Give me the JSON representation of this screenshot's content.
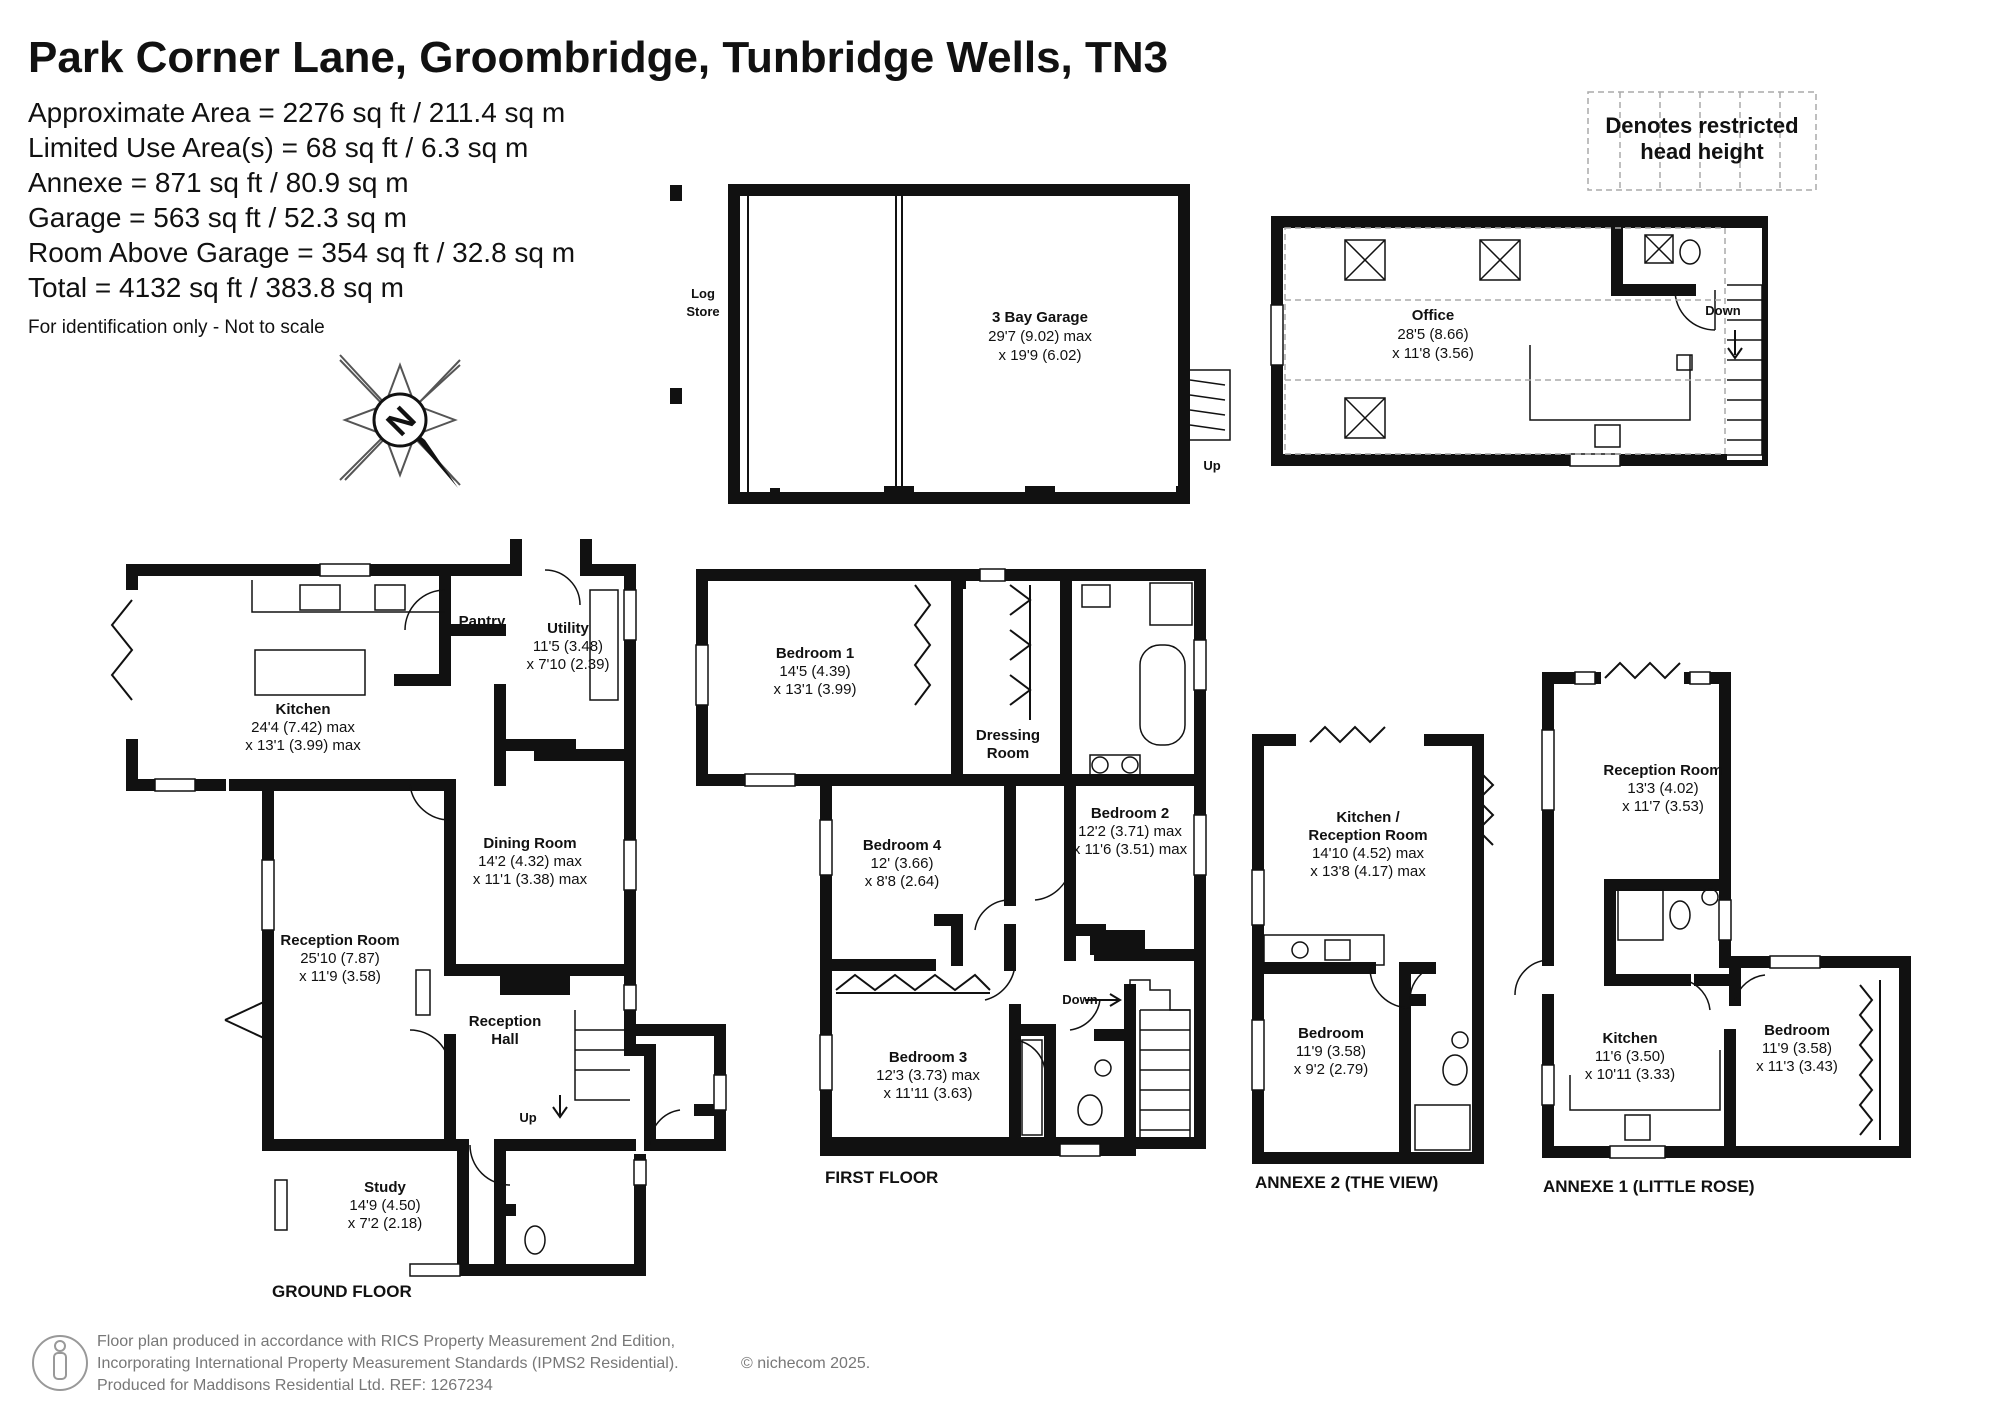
{
  "header": {
    "title": "Park Corner Lane, Groombridge, Tunbridge Wells, TN3",
    "areas": [
      "Approximate Area = 2276 sq ft / 211.4 sq m",
      "Limited Use Area(s) = 68 sq ft / 6.3 sq m",
      "Annexe = 871 sq ft / 80.9 sq m",
      "Garage = 563 sq ft / 52.3 sq m",
      "Room Above Garage = 354 sq ft / 32.8 sq m",
      "Total = 4132 sq ft / 383.8 sq m"
    ],
    "disclaimer": "For identification only - Not to scale"
  },
  "compass": {
    "letter": "N"
  },
  "legend": {
    "line1": "Denotes restricted",
    "line2": "head height"
  },
  "garage": {
    "log_store_1": "Log",
    "log_store_2": "Store",
    "name": "3 Bay Garage",
    "dim1": "29'7 (9.02) max",
    "dim2": "x 19'9 (6.02)",
    "up": "Up"
  },
  "office": {
    "name": "Office",
    "dim1": "28'5 (8.66)",
    "dim2": "x 11'8 (3.56)",
    "down": "Down"
  },
  "ground_floor": {
    "label": "GROUND FLOOR",
    "kitchen": {
      "name": "Kitchen",
      "dim1": "24'4 (7.42) max",
      "dim2": "x 13'1 (3.99) max"
    },
    "pantry": {
      "name": "Pantry"
    },
    "utility": {
      "name": "Utility",
      "dim1": "11'5 (3.48)",
      "dim2": "x 7'10 (2.39)"
    },
    "dining": {
      "name": "Dining Room",
      "dim1": "14'2 (4.32) max",
      "dim2": "x 11'1 (3.38) max"
    },
    "reception": {
      "name": "Reception Room",
      "dim1": "25'10 (7.87)",
      "dim2": "x 11'9 (3.58)"
    },
    "hall": {
      "name1": "Reception",
      "name2": "Hall",
      "up": "Up"
    },
    "study": {
      "name": "Study",
      "dim1": "14'9 (4.50)",
      "dim2": "x 7'2 (2.18)"
    }
  },
  "first_floor": {
    "label": "FIRST FLOOR",
    "bed1": {
      "name": "Bedroom 1",
      "dim1": "14'5 (4.39)",
      "dim2": "x 13'1 (3.99)"
    },
    "dressing": {
      "name1": "Dressing",
      "name2": "Room"
    },
    "bed2": {
      "name": "Bedroom 2",
      "dim1": "12'2 (3.71) max",
      "dim2": "x 11'6 (3.51) max"
    },
    "bed4": {
      "name": "Bedroom 4",
      "dim1": "12' (3.66)",
      "dim2": "x 8'8 (2.64)"
    },
    "bed3": {
      "name": "Bedroom 3",
      "dim1": "12'3 (3.73) max",
      "dim2": "x 11'11 (3.63)"
    },
    "down": "Down"
  },
  "annexe2": {
    "label": "ANNEXE 2 (THE VIEW)",
    "kitchen": {
      "name1": "Kitchen /",
      "name2": "Reception Room",
      "dim1": "14'10 (4.52) max",
      "dim2": "x 13'8 (4.17) max"
    },
    "bedroom": {
      "name": "Bedroom",
      "dim1": "11'9 (3.58)",
      "dim2": "x 9'2 (2.79)"
    }
  },
  "annexe1": {
    "label": "ANNEXE 1 (LITTLE ROSE)",
    "reception": {
      "name": "Reception Room",
      "dim1": "13'3 (4.02)",
      "dim2": "x 11'7 (3.53)"
    },
    "kitchen": {
      "name": "Kitchen",
      "dim1": "11'6 (3.50)",
      "dim2": "x 10'11 (3.33)"
    },
    "bedroom": {
      "name": "Bedroom",
      "dim1": "11'9 (3.58)",
      "dim2": "x 11'3 (3.43)"
    }
  },
  "footer": {
    "line1": "Floor plan produced in accordance with RICS Property Measurement 2nd Edition,",
    "line2": "Incorporating International Property Measurement Standards (IPMS2 Residential).",
    "copyright": "© nichecom 2025.",
    "line3": "Produced for Maddisons Residential Ltd.   REF: 1267234"
  }
}
